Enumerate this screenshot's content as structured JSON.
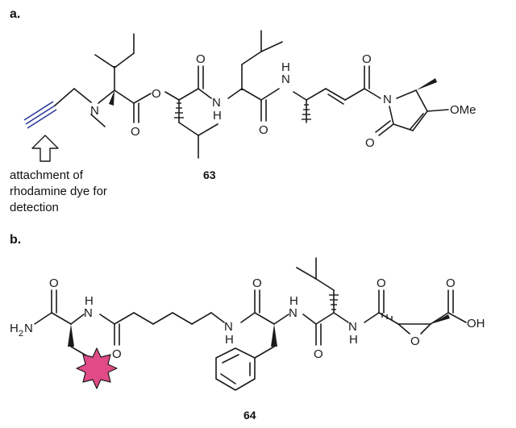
{
  "panels": {
    "a": {
      "label": "a.",
      "compound_id": "63",
      "annotation": [
        "attachment of",
        "rhodamine dye for",
        "detection"
      ],
      "atoms": {
        "n1": "N",
        "o1": "O",
        "o_ester": "O",
        "o2": "O",
        "nh1": "N",
        "h1": "H",
        "o3": "O",
        "nh2": "N",
        "h2": "H",
        "o4": "O",
        "n2": "N",
        "o5": "O",
        "ome": "OMe"
      }
    },
    "b": {
      "label": "b.",
      "compound_id": "64",
      "atoms": {
        "h2n": "H",
        "h2n_sub": "2",
        "h2n_n": "N",
        "o1": "O",
        "nh1": "N",
        "h1": "H",
        "o2": "O",
        "nh2": "N",
        "h2": "H",
        "o3": "O",
        "nh3": "N",
        "h3": "H",
        "o4": "O",
        "nh4": "N",
        "h4": "H",
        "o5": "O",
        "o_epox": "O",
        "o6": "O",
        "oh": "OH"
      }
    }
  },
  "colors": {
    "alkyne": "#2b3a9b",
    "dye_star": "#e04a86"
  },
  "icons": {
    "arrow": "hollow-up-arrow-icon",
    "dye": "star-icon"
  }
}
